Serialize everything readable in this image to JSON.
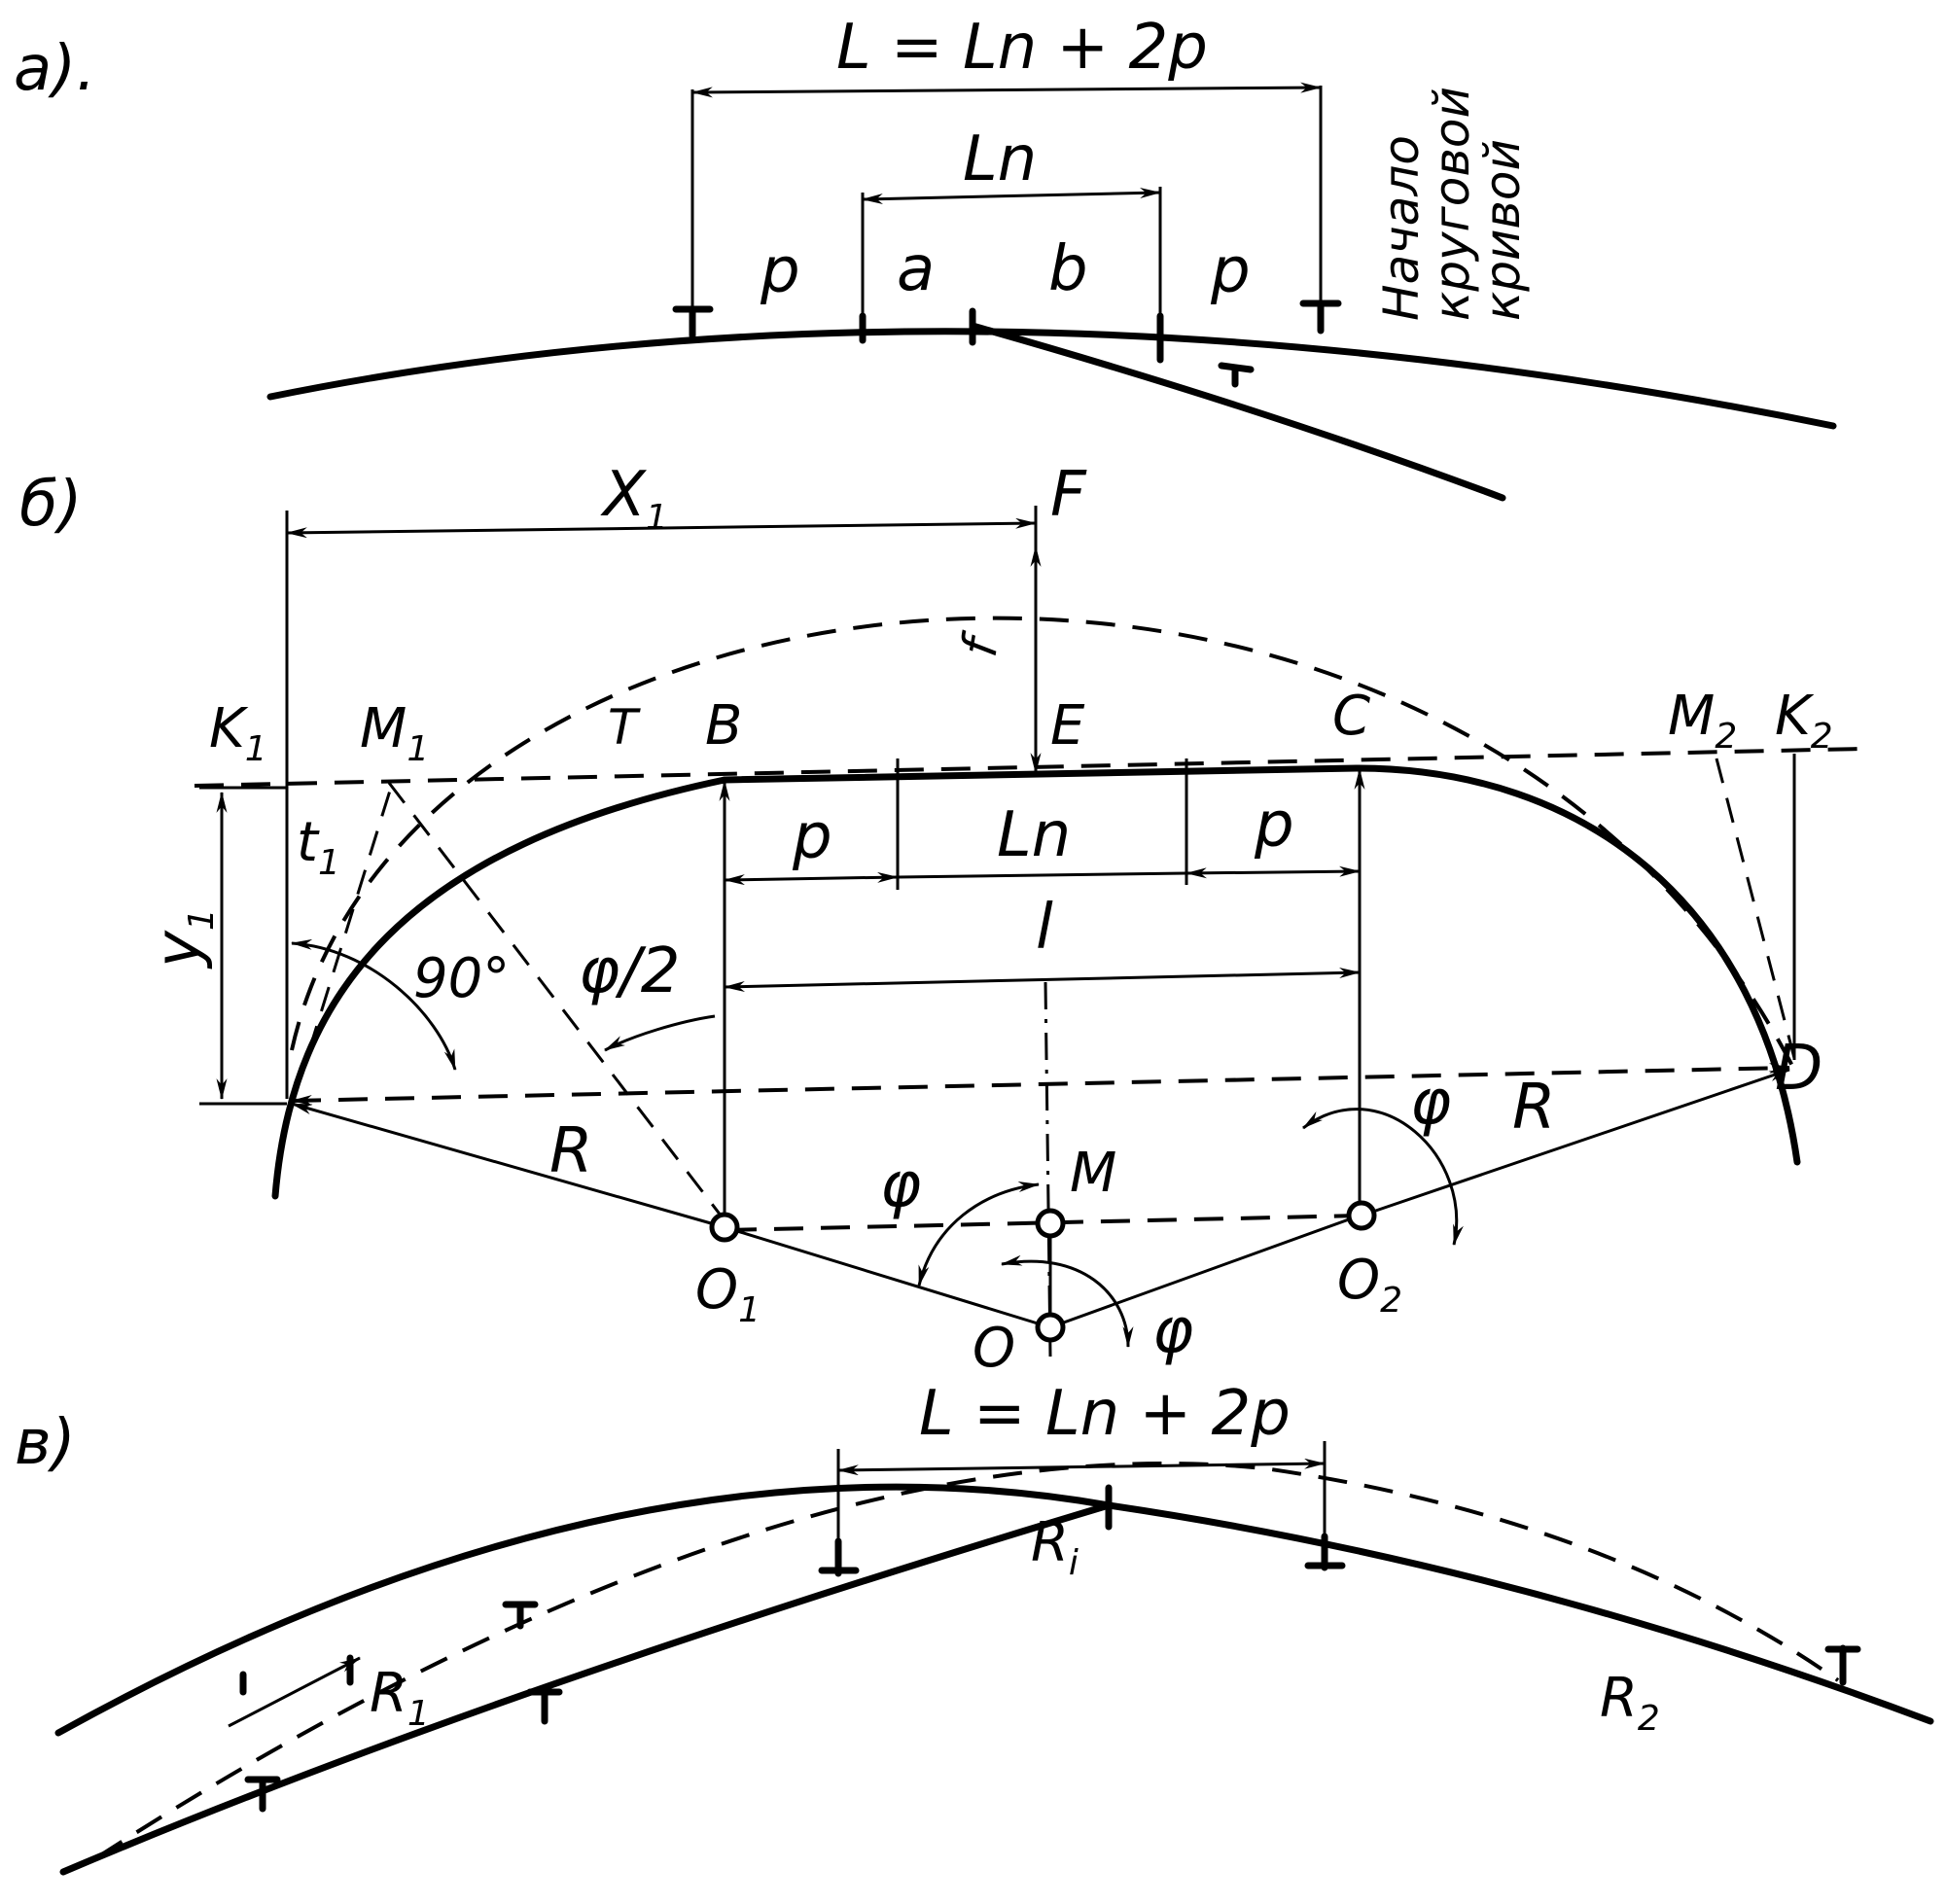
{
  "panel_a": {
    "label": "а).",
    "formula": "L = Ln + 2p",
    "ln": "Ln",
    "p_left": "p",
    "a": "a",
    "b": "b",
    "p_right": "p",
    "note_line1": "Начало",
    "note_line2": "круговой",
    "note_line3": "кривой"
  },
  "panel_b": {
    "label": "б)",
    "x1": "X",
    "x1_sub": "1",
    "F": "F",
    "f": "f",
    "K1": "K",
    "K1_sub": "1",
    "M1": "M",
    "M1_sub": "1",
    "T": "T",
    "B": "B",
    "E": "E",
    "C": "C",
    "M2": "M",
    "M2_sub": "2",
    "K2": "K",
    "K2_sub": "2",
    "t1": "t",
    "t1_sub": "1",
    "y1": "y",
    "y1_sub": "1",
    "p_left": "p",
    "ln": "Ln",
    "p_right": "p",
    "l": "l",
    "angle90": "90°",
    "phi_half": "φ/2",
    "D": "D",
    "R_left": "R",
    "R_right": "R",
    "phi_right": "φ",
    "phi_left": "φ",
    "M": "M",
    "O1": "O",
    "O1_sub": "1",
    "O": "O",
    "phi_bottom": "φ",
    "O2": "O",
    "O2_sub": "2"
  },
  "panel_c": {
    "label": "в)",
    "formula": "L = Ln + 2p",
    "Ri": "R",
    "Ri_sub": "i",
    "R1": "R",
    "R1_sub": "1",
    "R2": "R",
    "R2_sub": "2"
  }
}
